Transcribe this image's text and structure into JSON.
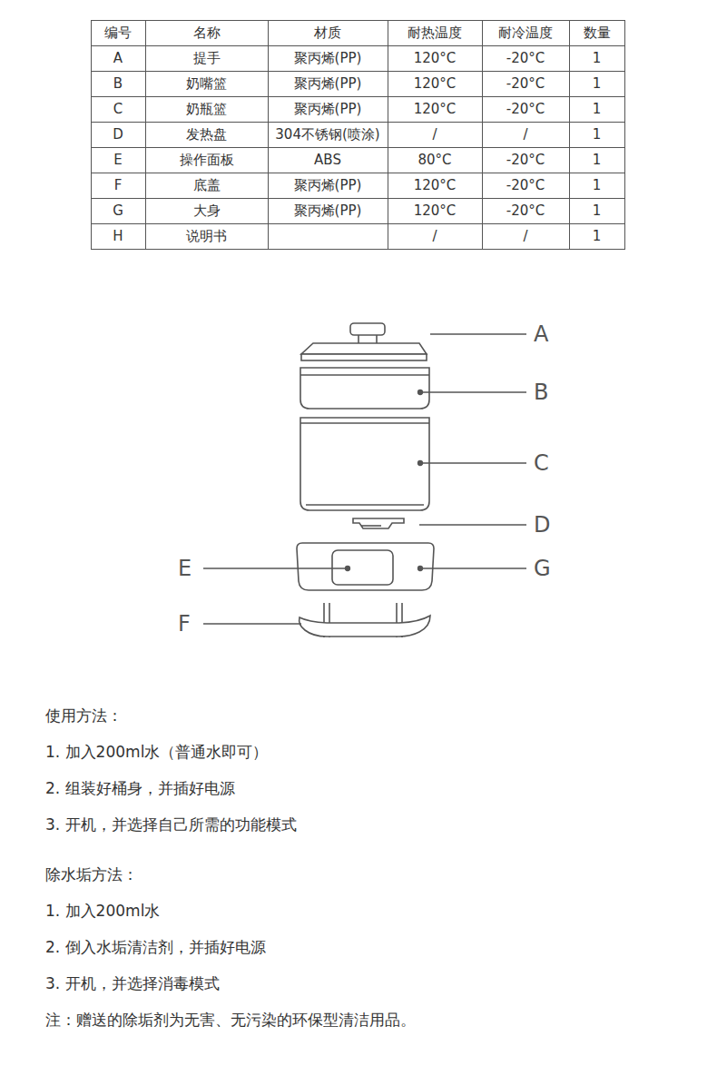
{
  "diagram": {
    "labels": [
      "编号",
      "名称",
      "材质",
      "耐热温度",
      "耐冷温度",
      "数量",
      "A",
      "提手",
      "聚丙烯(PP)",
      "120°C",
      "-20°C",
      "1",
      "B",
      "奶嘴篮",
      "聚丙烯(PP)",
      "120°C",
      "-20°C",
      "1",
      "C",
      "奶瓶篮",
      "聚丙烯(PP)",
      "120°C",
      "-20°C",
      "1",
      "D",
      "发热盘",
      "304不锈钢(喷涂)",
      "/",
      "/",
      "1",
      "E",
      "操作面板",
      "ABS",
      "80°C",
      "-20°C",
      "1",
      "F",
      "底盖",
      "聚丙烯(PP)",
      "120°C",
      "-20°C",
      "1",
      "G",
      "大身",
      "聚丙烯(PP)",
      "120°C",
      "-20°C",
      "1",
      "H",
      "说明书",
      "/",
      "/",
      "1",
      "A",
      "B",
      "C",
      "D",
      "E",
      "G",
      "F",
      "使用方法：",
      "1. 加入200ml水（普通水即可）",
      "2. 组装好桶身，并插好电源",
      "3. 开机，并选择自己所需的功能模式",
      "除水垢方法：",
      "1.  加入200ml水",
      "2.  倒入水垢清洁剂，并插好电源",
      "3.  开机，并选择消毒模式",
      "注：赠送的除垢剂为无害、无污染的环保型清洁用品。"
    ]
  }
}
